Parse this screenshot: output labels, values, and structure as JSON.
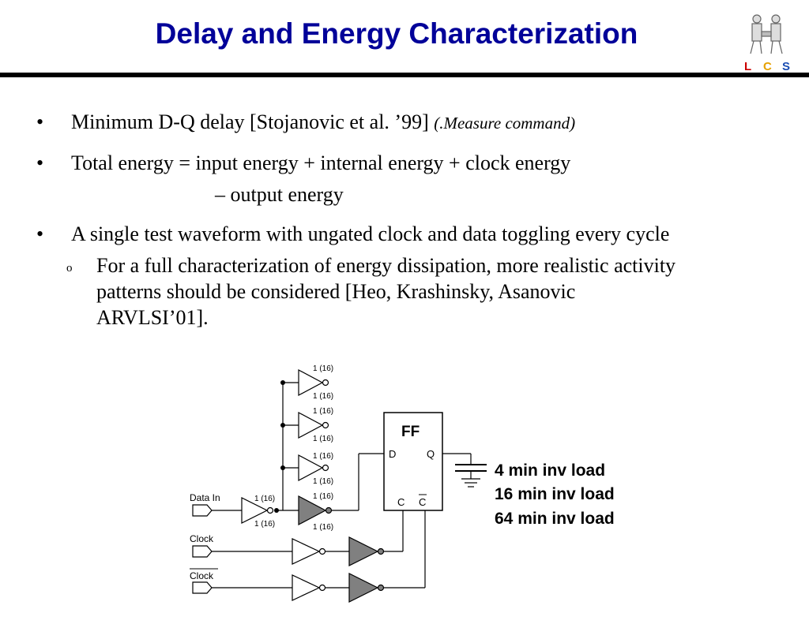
{
  "title": "Delay and Energy Characterization",
  "logo": {
    "letters": [
      "L",
      "C",
      "S"
    ],
    "colors": [
      "#cc0000",
      "#e6a100",
      "#1a4db3"
    ]
  },
  "bullets": [
    {
      "text": "Minimum D-Q delay [Stojanovic et al. ’99]",
      "note": "(.Measure command)"
    },
    {
      "line1": "Total energy = input energy + internal energy + clock energy",
      "line2": "– output energy"
    },
    {
      "text": "A single test waveform with ungated clock and data toggling every cycle"
    }
  ],
  "sub_bullet": {
    "marker": "o",
    "lines": [
      "For a full characterization of energy dissipation, more realistic activity",
      "patterns should be considered [Heo, Krashinsky, Asanovic",
      "ARVLSI’01]."
    ]
  },
  "bullet_marker": "•",
  "diagram": {
    "ff_label": "FF",
    "d_label": "D",
    "q_label": "Q",
    "c_label": "C",
    "cbar_label": "C",
    "data_in_label": "Data In",
    "clock_label": "Clock",
    "clock_bar_label": "Clock",
    "size_label": "1 (16)",
    "load_labels": [
      "4 min inv load",
      "16 min inv load",
      "64 min inv load"
    ]
  }
}
